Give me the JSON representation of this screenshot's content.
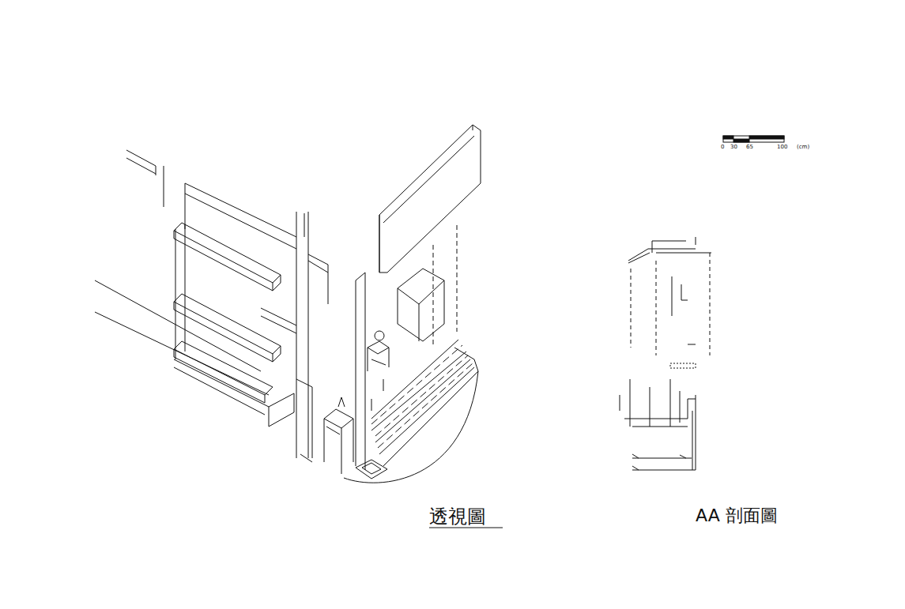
{
  "diagram": {
    "labels": [
      "透視圖",
      "AA 剖面圖",
      "0",
      "30",
      "65",
      "100",
      "(cm)"
    ]
  }
}
